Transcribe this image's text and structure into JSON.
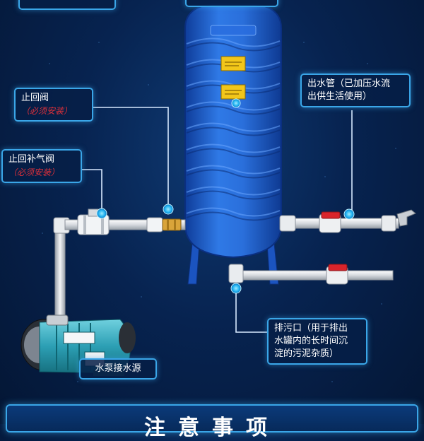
{
  "labels": {
    "check_valve": {
      "title": "止回阀",
      "note": "（必须安装）"
    },
    "air_check_valve": {
      "title": "止回补气阀",
      "note": "（必须安装）"
    },
    "outlet_pipe": {
      "line1": "出水管（已加压水流",
      "line2": "出供生活使用）"
    },
    "drain": {
      "line1": "排污口（用于排出",
      "line2": "水罐内的长时间沉",
      "line3": "淀的污泥杂质）"
    },
    "pump": {
      "text": "水泵接水源"
    }
  },
  "banner": {
    "title": "注意事项"
  },
  "colors": {
    "accent": "#3aa6e8",
    "tank": "#1c5fd0",
    "valve_red": "#d9242b",
    "pump": "#3aa7b8",
    "warning": "#e0303a"
  }
}
